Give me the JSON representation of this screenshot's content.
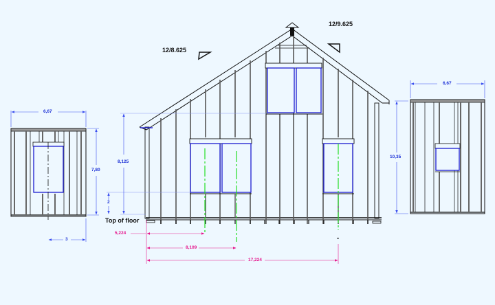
{
  "drawing": {
    "background": "#eef8ff",
    "colors": {
      "framing": "#111111",
      "stud_shade": "#7a7a7a",
      "window": "#1a1ad0",
      "dimension": "#3a4ef0",
      "offset_dimension": "#e6168c",
      "centerline": "#22dd22"
    },
    "roof_pitches": {
      "left": "12/8.625",
      "right": "12/9.625"
    },
    "left_elevation": {
      "width_label": "6,67",
      "height_label": "7,80",
      "window_offset_label": "3"
    },
    "front_elevation": {
      "wall_height_label": "8,125",
      "sill_height_label": "2",
      "reference_label": "Top of floor",
      "offsets": [
        "5,224",
        "8,109",
        "17,224"
      ]
    },
    "right_elevation": {
      "width_label": "6,67",
      "height_label": "10,35"
    }
  }
}
